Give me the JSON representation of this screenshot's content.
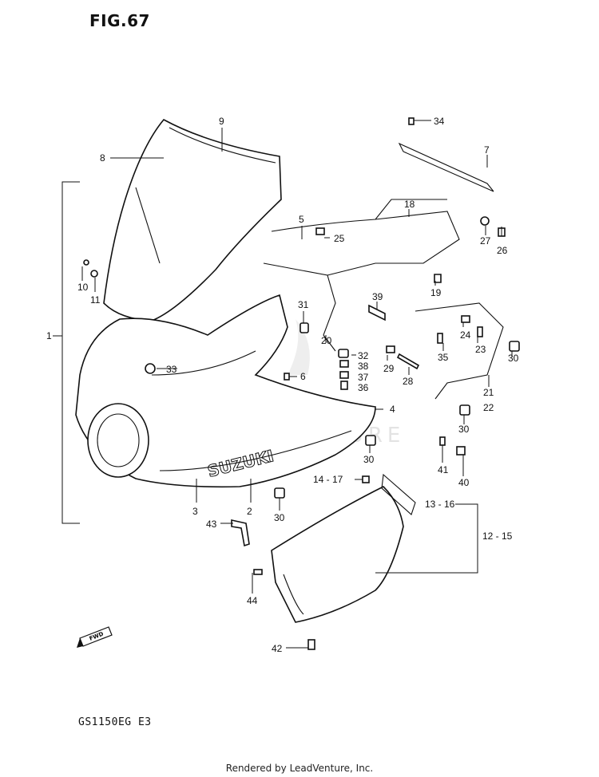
{
  "figure_label": "FIG.67",
  "model_code": "GS1150EG E3",
  "footer_text": "Rendered by LeadVenture, Inc.",
  "watermark_text": "LEADVENTURE",
  "fwd_label": "FWD",
  "brand_decal": "SUZUKI",
  "callouts": [
    "1",
    "2",
    "3",
    "5",
    "6",
    "7",
    "8",
    "9",
    "10",
    "11",
    "12 - 15",
    "13 - 16",
    "14 - 17",
    "18",
    "19",
    "20",
    "21",
    "22",
    "23",
    "24",
    "25",
    "26",
    "27",
    "28",
    "29",
    "30",
    "30",
    "30",
    "30",
    "30",
    "31",
    "32",
    "33",
    "34",
    "35",
    "36",
    "37",
    "38",
    "39",
    "40",
    "41",
    "42",
    "43",
    "44",
    "4"
  ]
}
